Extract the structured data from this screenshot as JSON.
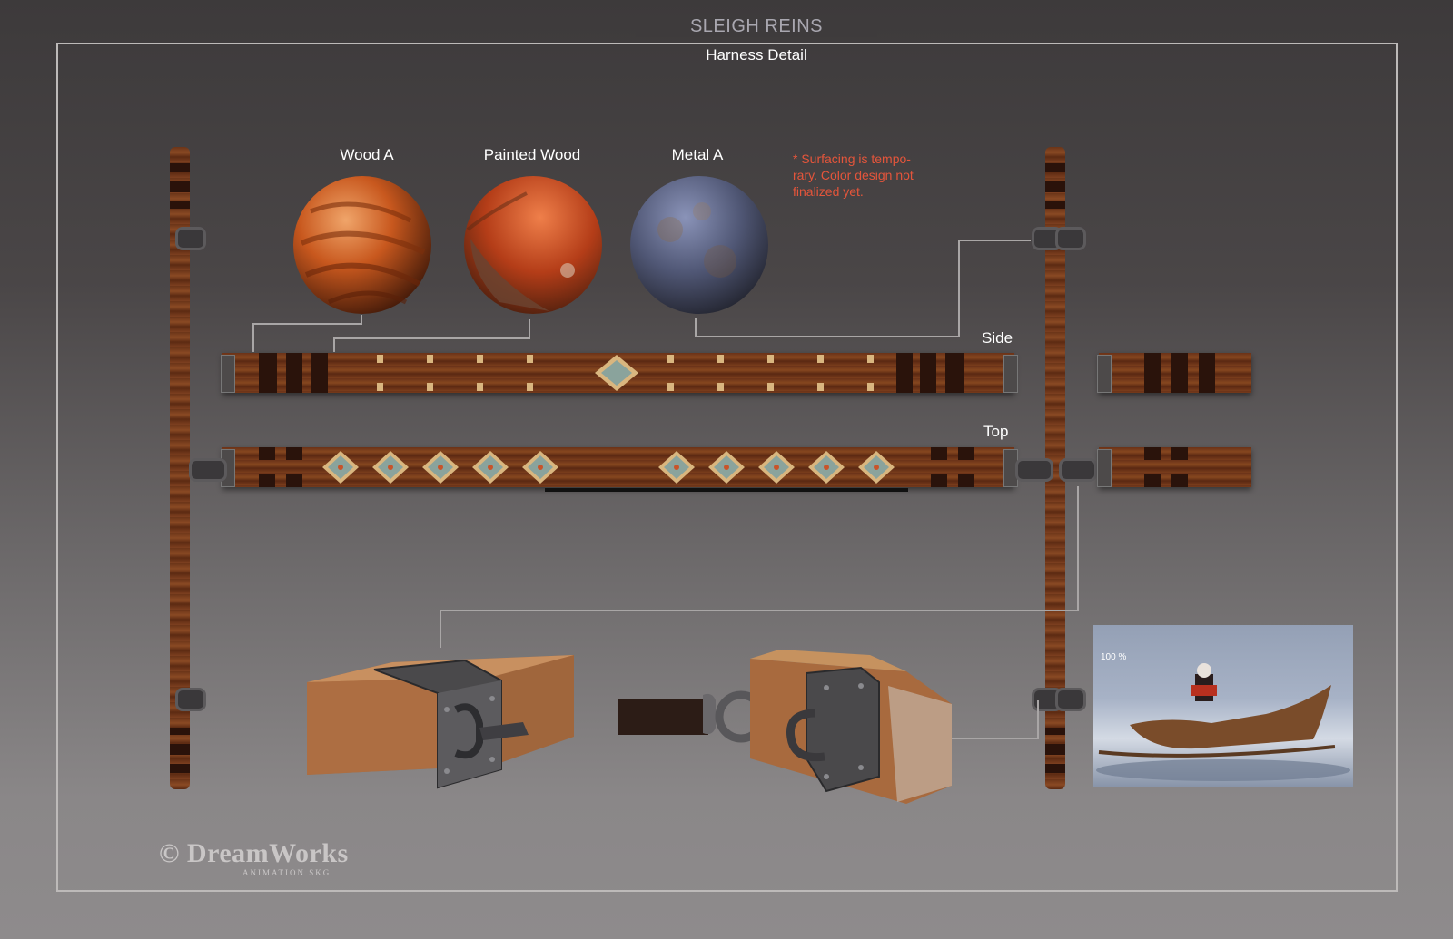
{
  "header": {
    "title": "SLEIGH REINS",
    "subtitle": "Harness Detail"
  },
  "materials": [
    {
      "label": "Wood A",
      "icon": "wood-sphere"
    },
    {
      "label": "Painted Wood",
      "icon": "painted-wood-sphere"
    },
    {
      "label": "Metal A",
      "icon": "metal-sphere"
    }
  ],
  "note": "* Surfacing is tempo-rary. Color design not finalized yet.",
  "views": {
    "side": "Side",
    "top": "Top"
  },
  "thumbnail": {
    "zoom_label": "100 %",
    "icon": "sleigh-render-image"
  },
  "logo": {
    "name": "DreamWorks",
    "sub": "ANIMATION SKG",
    "copyright_symbol": "©"
  },
  "colors": {
    "note_accent": "#e4553b",
    "wood_dark": "#2a130b",
    "wood_mid": "#7a3d1c",
    "inlay": "#d9b67f",
    "diamond": "#8aa39c"
  }
}
